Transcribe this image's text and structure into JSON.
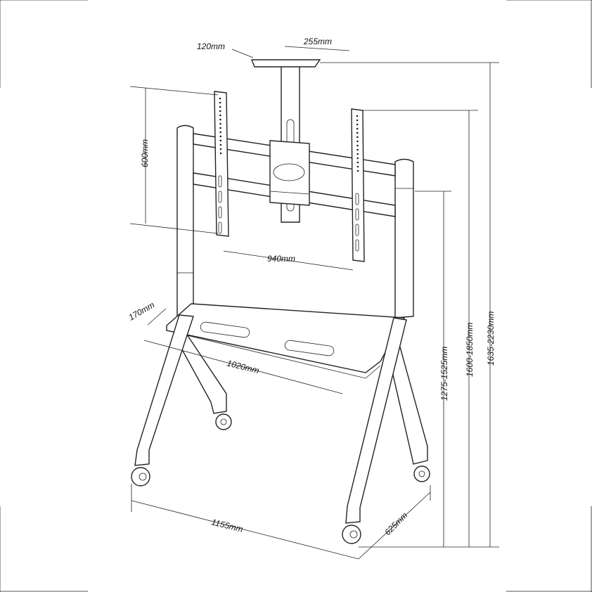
{
  "dimensions": {
    "plate_depth": "120mm",
    "plate_width": "255mm",
    "vesa_height": "600mm",
    "vesa_width": "940mm",
    "shelf_depth": "170mm",
    "shelf_width": "1020mm",
    "base_width": "1155mm",
    "base_depth": "625mm",
    "height_post": "1275-1525mm",
    "height_vesa": "1600-1850mm",
    "height_total": "1635-2230mm"
  },
  "colors": {
    "line": "#222222",
    "background": "#ffffff"
  }
}
